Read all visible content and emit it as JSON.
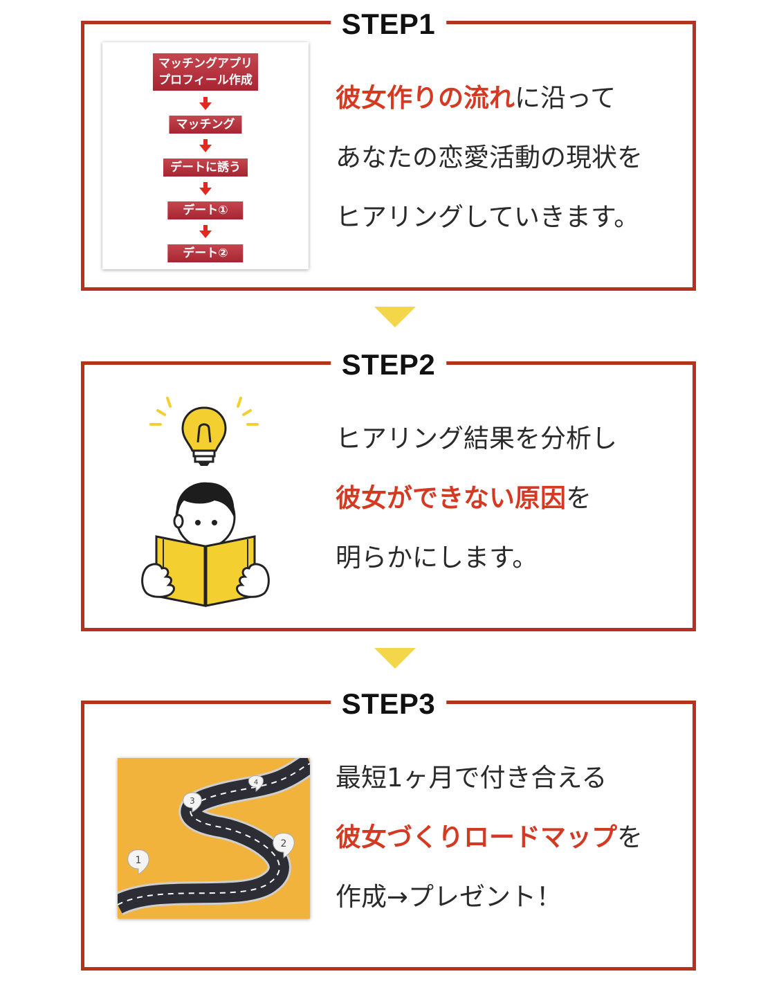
{
  "steps": [
    {
      "title": "STEP1",
      "lines": [
        {
          "hl": "彼女作りの流れ",
          "rest": "に沿って"
        },
        {
          "pre": "あなたの恋愛活動の現状を"
        },
        {
          "pre": "ヒアリングしていきます。"
        }
      ],
      "flow": [
        "マッチングアプリ",
        "プロフィール作成",
        "マッチング",
        "デートに誘う",
        "デート①",
        "デート②"
      ]
    },
    {
      "title": "STEP2",
      "lines": [
        {
          "pre": "ヒアリング結果を分析し"
        },
        {
          "hl": "彼女ができない原因",
          "rest": "を"
        },
        {
          "pre": "明らかにします。"
        }
      ]
    },
    {
      "title": "STEP3",
      "lines": [
        {
          "pre": "最短1ヶ月で付き合える"
        },
        {
          "hl": "彼女づくりロードマップ",
          "rest": "を"
        },
        {
          "pre": "作成→プレゼント！"
        }
      ],
      "pins": [
        "1",
        "2",
        "3",
        "4"
      ]
    }
  ],
  "colors": {
    "frame": "#b5321d",
    "highlight": "#d43a22",
    "arrow": "#f3d64a",
    "map_bg": "#f2b33d"
  }
}
